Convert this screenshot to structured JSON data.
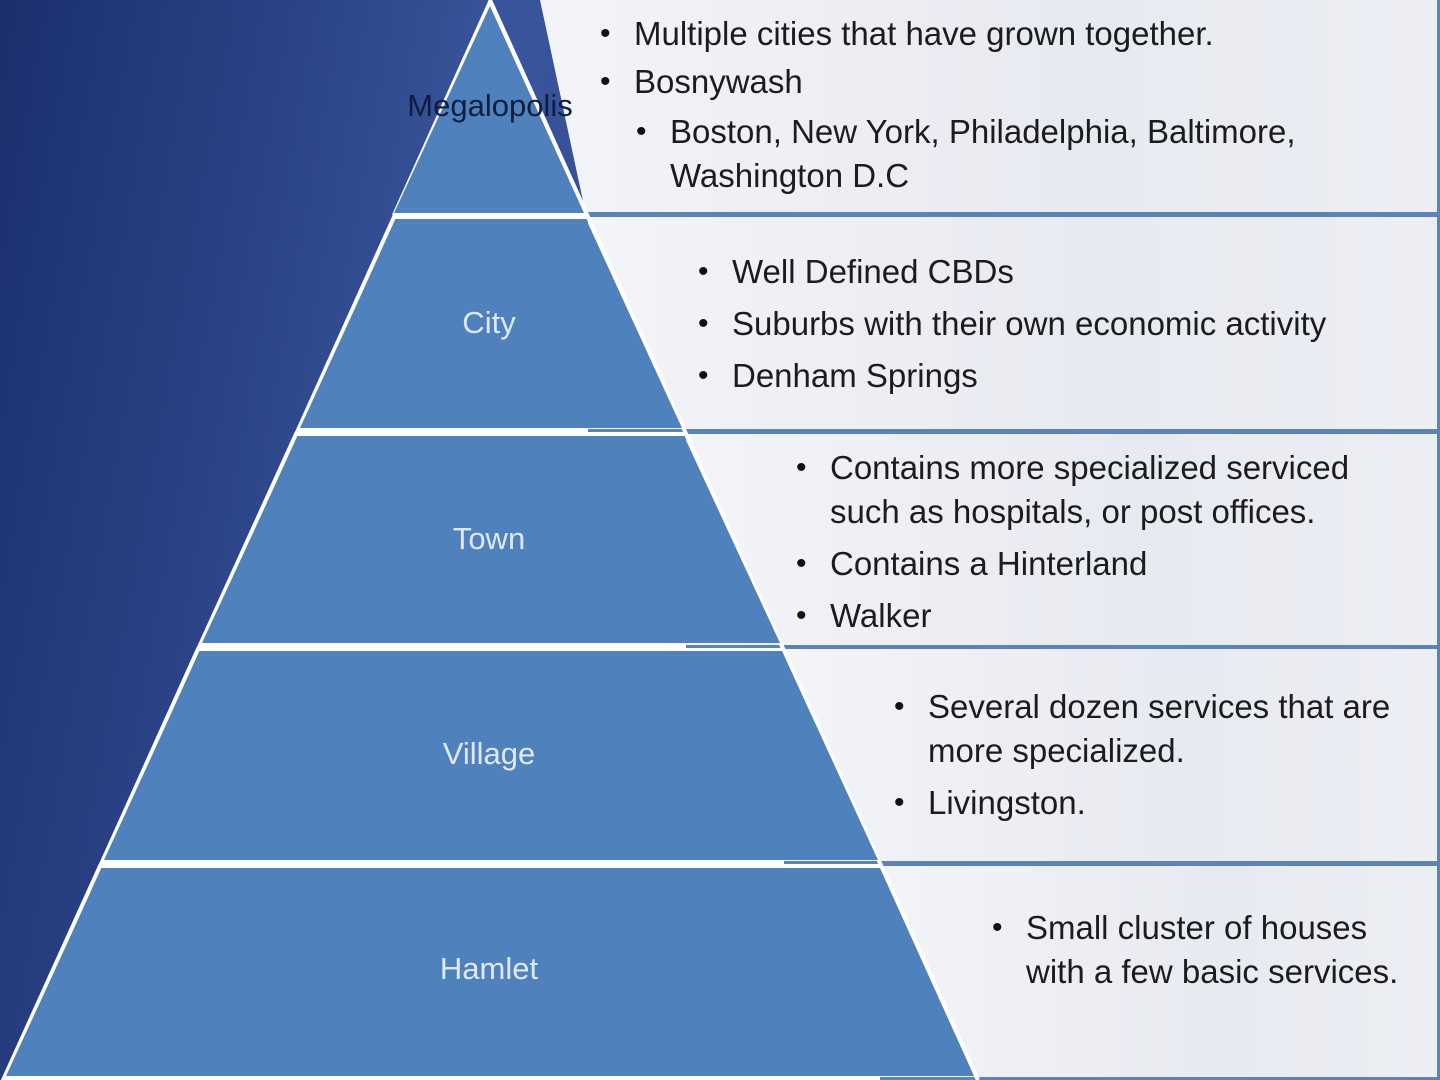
{
  "diagram": {
    "type": "pyramid",
    "colors": {
      "background_dark": "#1b2f6e",
      "background_light": "#3a559c",
      "tier_fill": "#4f81bd",
      "outline": "#ffffff",
      "panel_bg": "#eceef4",
      "panel_border": "#5b83b8",
      "label_light": "#dfe9f7",
      "label_dark": "#0f1d3f",
      "text": "#1c1c1c"
    },
    "tiers": [
      {
        "label": "Megalopolis",
        "bullets": [
          {
            "text": "Multiple cities that have grown together.",
            "level": 1
          },
          {
            "text": "Bosnywash",
            "level": 1
          },
          {
            "text": "Boston, New York, Philadelphia, Baltimore, Washington D.C",
            "level": 2
          }
        ]
      },
      {
        "label": "City",
        "bullets": [
          {
            "text": "Well Defined CBDs",
            "level": 1
          },
          {
            "text": "Suburbs with their own economic activity",
            "level": 1
          },
          {
            "text": "Denham Springs",
            "level": 1
          }
        ]
      },
      {
        "label": "Town",
        "bullets": [
          {
            "text": "Contains more specialized serviced such as hospitals, or post offices.",
            "level": 1
          },
          {
            "text": "Contains a Hinterland",
            "level": 1
          },
          {
            "text": "Walker",
            "level": 1
          }
        ]
      },
      {
        "label": "Village",
        "bullets": [
          {
            "text": "Several  dozen services that are more specialized.",
            "level": 1
          },
          {
            "text": "Livingston.",
            "level": 1
          }
        ]
      },
      {
        "label": "Hamlet",
        "bullets": [
          {
            "text": "Small cluster of houses with a few basic services.",
            "level": 1
          }
        ]
      }
    ]
  }
}
